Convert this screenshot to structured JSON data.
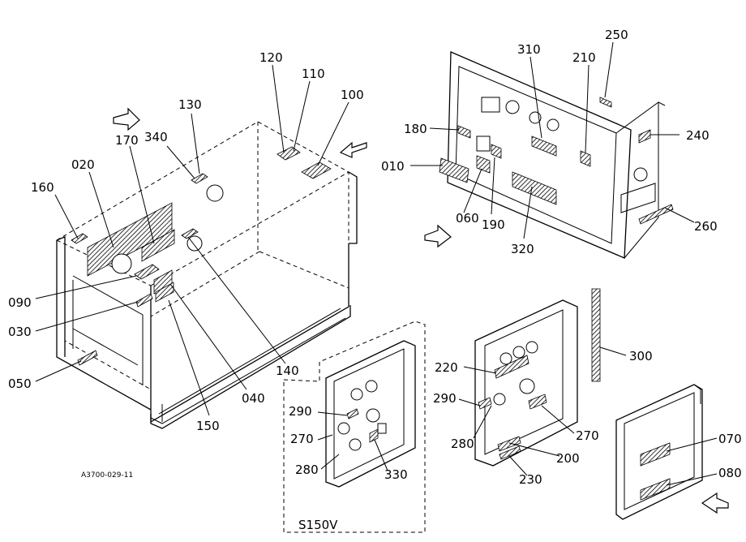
{
  "drawing_code": "A3700-029-11",
  "variant_label": "S150V",
  "callouts": [
    {
      "id": "c010",
      "text": "010"
    },
    {
      "id": "c020",
      "text": "020"
    },
    {
      "id": "c030",
      "text": "030"
    },
    {
      "id": "c040",
      "text": "040"
    },
    {
      "id": "c050",
      "text": "050"
    },
    {
      "id": "c060",
      "text": "060"
    },
    {
      "id": "c070",
      "text": "070"
    },
    {
      "id": "c080",
      "text": "080"
    },
    {
      "id": "c090",
      "text": "090"
    },
    {
      "id": "c100",
      "text": "100"
    },
    {
      "id": "c110",
      "text": "110"
    },
    {
      "id": "c120",
      "text": "120"
    },
    {
      "id": "c130",
      "text": "130"
    },
    {
      "id": "c140",
      "text": "140"
    },
    {
      "id": "c150",
      "text": "150"
    },
    {
      "id": "c160",
      "text": "160"
    },
    {
      "id": "c170",
      "text": "170"
    },
    {
      "id": "c180",
      "text": "180"
    },
    {
      "id": "c190",
      "text": "190"
    },
    {
      "id": "c200",
      "text": "200"
    },
    {
      "id": "c210",
      "text": "210"
    },
    {
      "id": "c220",
      "text": "220"
    },
    {
      "id": "c230",
      "text": "230"
    },
    {
      "id": "c240",
      "text": "240"
    },
    {
      "id": "c250",
      "text": "250"
    },
    {
      "id": "c260",
      "text": "260"
    },
    {
      "id": "c270a",
      "text": "270"
    },
    {
      "id": "c270b",
      "text": "270"
    },
    {
      "id": "c280a",
      "text": "280"
    },
    {
      "id": "c280b",
      "text": "280"
    },
    {
      "id": "c290a",
      "text": "290"
    },
    {
      "id": "c290b",
      "text": "290"
    },
    {
      "id": "c300",
      "text": "300"
    },
    {
      "id": "c310",
      "text": "310"
    },
    {
      "id": "c320",
      "text": "320"
    },
    {
      "id": "c330",
      "text": "330"
    },
    {
      "id": "c340",
      "text": "340"
    }
  ]
}
